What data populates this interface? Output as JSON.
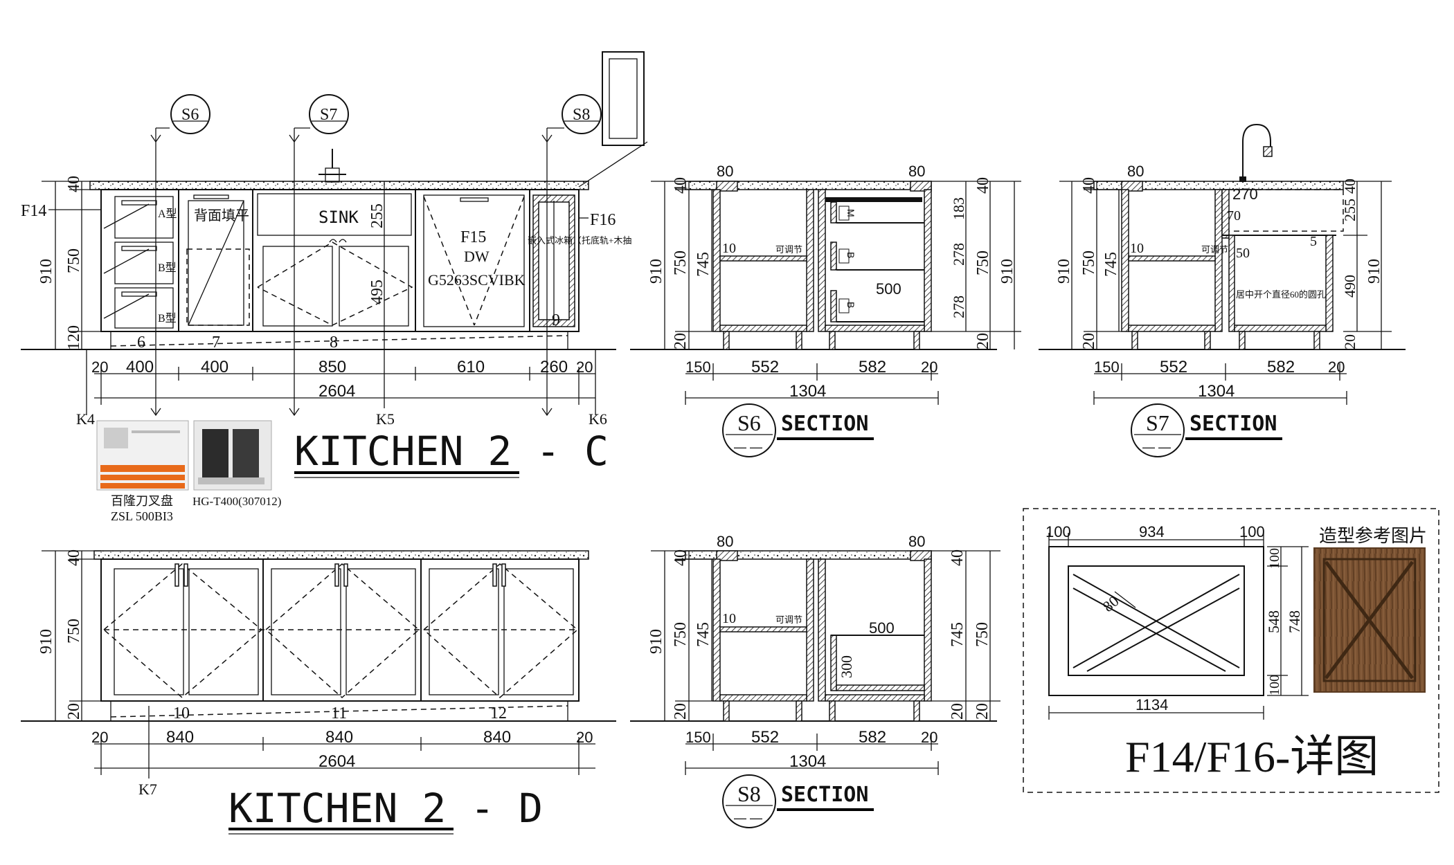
{
  "elev_c": {
    "title": "KITCHEN 2 - C",
    "h_dims": [
      "20",
      "400",
      "400",
      "850",
      "610",
      "260",
      "20"
    ],
    "total": "2604",
    "v_dims": [
      "40",
      "750",
      "120"
    ],
    "v_total": "910",
    "dim_255": "255",
    "dim_495": "495",
    "item_nums": [
      "6",
      "7",
      "8",
      "9"
    ],
    "sections": [
      "S6",
      "S7",
      "S8"
    ],
    "k_marks": [
      "K4",
      "K5",
      "K6"
    ],
    "f14": "F14",
    "f16": "F16",
    "f16_note": "嵌入式冰箱（托底轨+木抽",
    "sink": "SINK",
    "panel": "背面填平",
    "f15": "F15",
    "dw": "DW",
    "dw_model": "G5263SCVIBK",
    "drawer_marks": [
      "A型",
      "B型",
      "B型"
    ]
  },
  "photos": {
    "p1_caption_1": "百隆刀叉盘",
    "p1_caption_2": "ZSL 500BI3",
    "p2_caption": "HG-T400(307012)"
  },
  "elev_d": {
    "title": "KITCHEN 2 - D",
    "h_dims": [
      "20",
      "840",
      "840",
      "840",
      "20"
    ],
    "total": "2604",
    "v_dims": [
      "40",
      "750",
      "20"
    ],
    "v_total": "910",
    "item_nums": [
      "10",
      "11",
      "12"
    ],
    "k_mark": "K7"
  },
  "s6": {
    "label": "S6",
    "caption": "SECTION",
    "top_dims": [
      "80",
      "80"
    ],
    "h_dims": [
      "150",
      "552",
      "582",
      "20"
    ],
    "total": "1304",
    "v_left": [
      "40",
      "750",
      "20"
    ],
    "v_total": "910",
    "d745": "745",
    "d10": "10",
    "adj": "可调节",
    "right_dims": [
      "183",
      "278",
      "278"
    ],
    "right_v": [
      "40",
      "750",
      "20"
    ],
    "d500": "500",
    "drawer_marks": [
      "M",
      "B",
      "B"
    ]
  },
  "s7": {
    "label": "S7",
    "caption": "SECTION",
    "top_dims": [
      "80"
    ],
    "h_dims": [
      "150",
      "552",
      "582",
      "20"
    ],
    "total": "1304",
    "v_left": [
      "40",
      "750",
      "20"
    ],
    "v_total": "910",
    "d745": "745",
    "d10": "10",
    "adj": "可调节",
    "d270": "270",
    "d70": "70",
    "d50": "50",
    "d5": "5",
    "note": "居中开个直径60的圆孔",
    "right_dims": [
      "255",
      "40",
      "490",
      "20"
    ]
  },
  "s8": {
    "label": "S8",
    "caption": "SECTION",
    "top_dims": [
      "80",
      "80"
    ],
    "h_dims": [
      "150",
      "552",
      "582",
      "20"
    ],
    "total": "1304",
    "v_left": [
      "40",
      "750",
      "20"
    ],
    "v_total": "910",
    "d745": "745",
    "d10": "10",
    "adj": "可调节",
    "d500": "500",
    "d300": "300",
    "right_v": [
      "40",
      "745",
      "20"
    ]
  },
  "detail": {
    "title": "F14/F16-详图",
    "ref": "造型参考图片",
    "top": [
      "100",
      "934",
      "100"
    ],
    "bottom": "1134",
    "right": [
      "100",
      "548",
      "100"
    ],
    "right_total": "748",
    "d80": "80"
  }
}
